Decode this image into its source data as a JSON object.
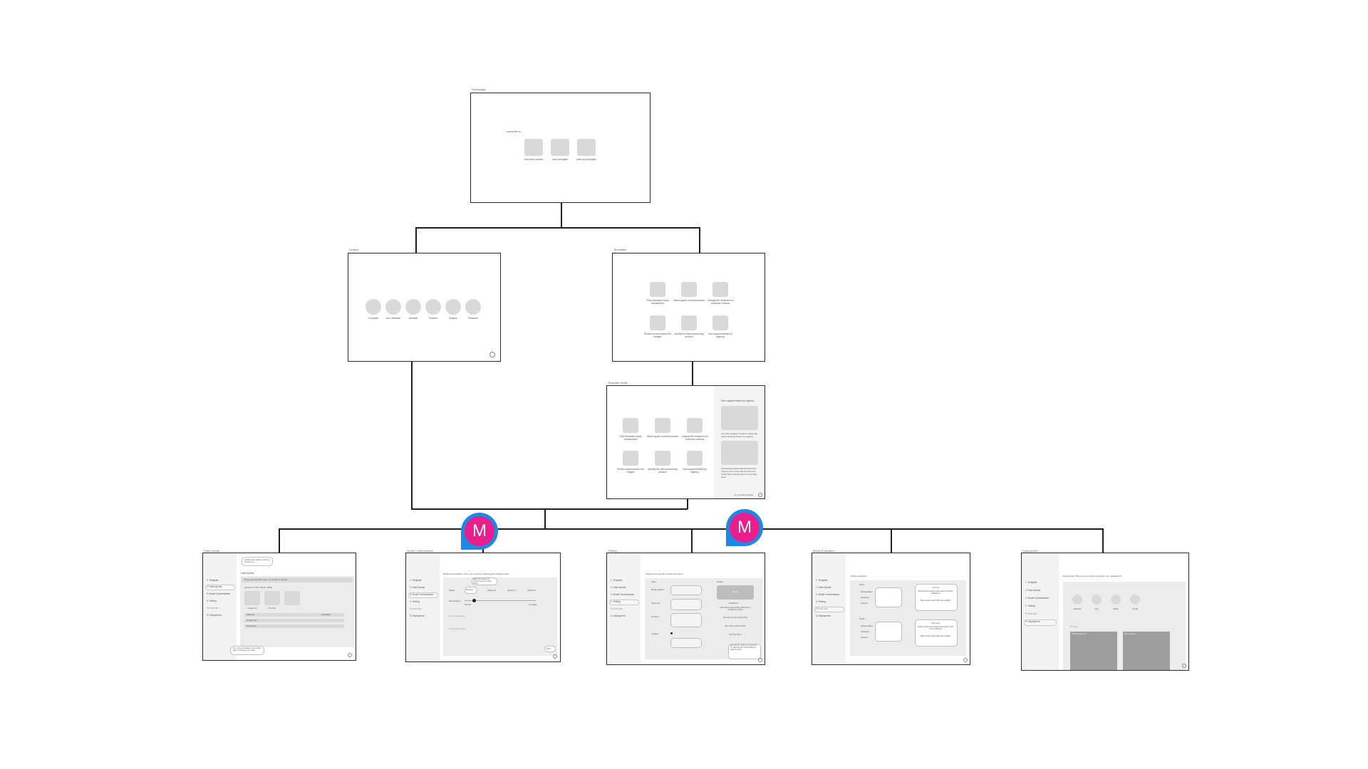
{
  "frames": {
    "start": {
      "label": "Homepage",
      "prompt": "I would like to...",
      "options": [
        "build from scratch",
        "use a template",
        "view my examples"
      ]
    },
    "scratch": {
      "label": "Scratch",
      "options": [
        "Computer",
        "Air & Weather",
        "Animals",
        "Science",
        "Shapes",
        "Reaction"
      ]
    },
    "templates": {
      "label": "Templates",
      "items": [
        "Find fraudulent bank transactions",
        "Detect spam in email inboxes",
        "Classify the sentiment of customer reviews",
        "Predict house prices from images",
        "Identify the best performing product",
        "Sort support tickets by urgency"
      ]
    },
    "template_detail": {
      "label": "Template Detail",
      "items": [
        "Find fraudulent bank transactions",
        "Detect spam in email inboxes",
        "Classify the sentiment of customer reviews",
        "Predict house prices from images",
        "Identify the best performing product",
        "Sort support tickets by urgency"
      ],
      "side_title": "Sort support tickets by urgency",
      "side_text1": "Use this template to build a model that ranks incoming tickets by urgency.",
      "side_text2": "Upload past tickets labelled with their urgency level, then train and test the model before deploying it to your help desk.",
      "side_button": "Try out this template"
    },
    "data_upload": {
      "label": "Data Upload",
      "hint": "Upload your data or select a sample set",
      "section": "Data upload",
      "dropzone": "Drag and drop files here, or browse to upload",
      "accepted": "Accepted: CSV, JSON, JPEG",
      "thumbs": [
        "Image set",
        "Text file",
        ""
      ],
      "files": [
        "data.csv",
        "images.zip",
        "labels.json"
      ],
      "file_status": "Uploaded",
      "tip": "Tip: you can always come back later to change your data"
    },
    "model_custom": {
      "label": "Model Customization",
      "header": "Model customization   Tune your model by adjusting the settings below",
      "callout": "Adjust this setting to control how the model learns",
      "options": [
        "Model",
        "Default",
        "Option B",
        "Option C",
        "Option D"
      ],
      "slider_label": "Temperature",
      "slider_min": "Simple",
      "slider_max": "Complex",
      "row_labels": [
        "Advanced setting",
        "Advanced setting"
      ],
      "next": "Next"
    },
    "testing": {
      "label": "Testing",
      "header": "Testing   Let's give the model a test drive",
      "input_title": "Input",
      "output_title": "Output",
      "fields": [
        "Email subject",
        "Sentence",
        "Content",
        "Images"
      ],
      "output_box": "Image",
      "output_label": "Predicted",
      "output_lines": [
        "Most likely a high-priority ticket with a confidence of 92%",
        "Next best fit: low priority (5%)",
        "Don't think it will be either",
        "Still, fine with it"
      ],
      "bubble": "Not quite the output you expected? Try adjusting the model settings or add more data"
    },
    "model_eval": {
      "label": "Model Evaluation",
      "header": "Model evaluation",
      "set_a": "Set A",
      "set_b": "Set B",
      "row_labels": [
        "Email subject",
        "Sentence",
        "Content"
      ],
      "box_a_title": "Correct",
      "box_a_text": "Model found a high-priority ticket with 87% confidence",
      "box_a_text2": "Most similar result: 82% (see details)",
      "box_b_title": "Incorrect",
      "box_b_text": "Model marked this ticket as low priority with 71% confidence",
      "box_b_text2": "Most similar result: 68% (see details)"
    },
    "deployment": {
      "label": "Deployment",
      "header": "Deployment   Where do you want to integrate your application?",
      "targets": [
        "Website",
        "App",
        "Slack",
        "Gmail"
      ],
      "section": "Preview",
      "previews": [
        "Website preview",
        "App preview"
      ]
    }
  },
  "sidebar_items": [
    "1. Template",
    "2. Data Upload",
    "3. Model Customization",
    "4. Testing",
    "Product tips",
    "5. Deployment"
  ],
  "collaborators": [
    {
      "initial": "M"
    },
    {
      "initial": "M"
    }
  ],
  "colors": {
    "avatar_ring": "#1e88e5",
    "avatar_fill": "#e91e8c",
    "placeholder": "#d9d9d9",
    "connector": "#1f1f1f"
  }
}
